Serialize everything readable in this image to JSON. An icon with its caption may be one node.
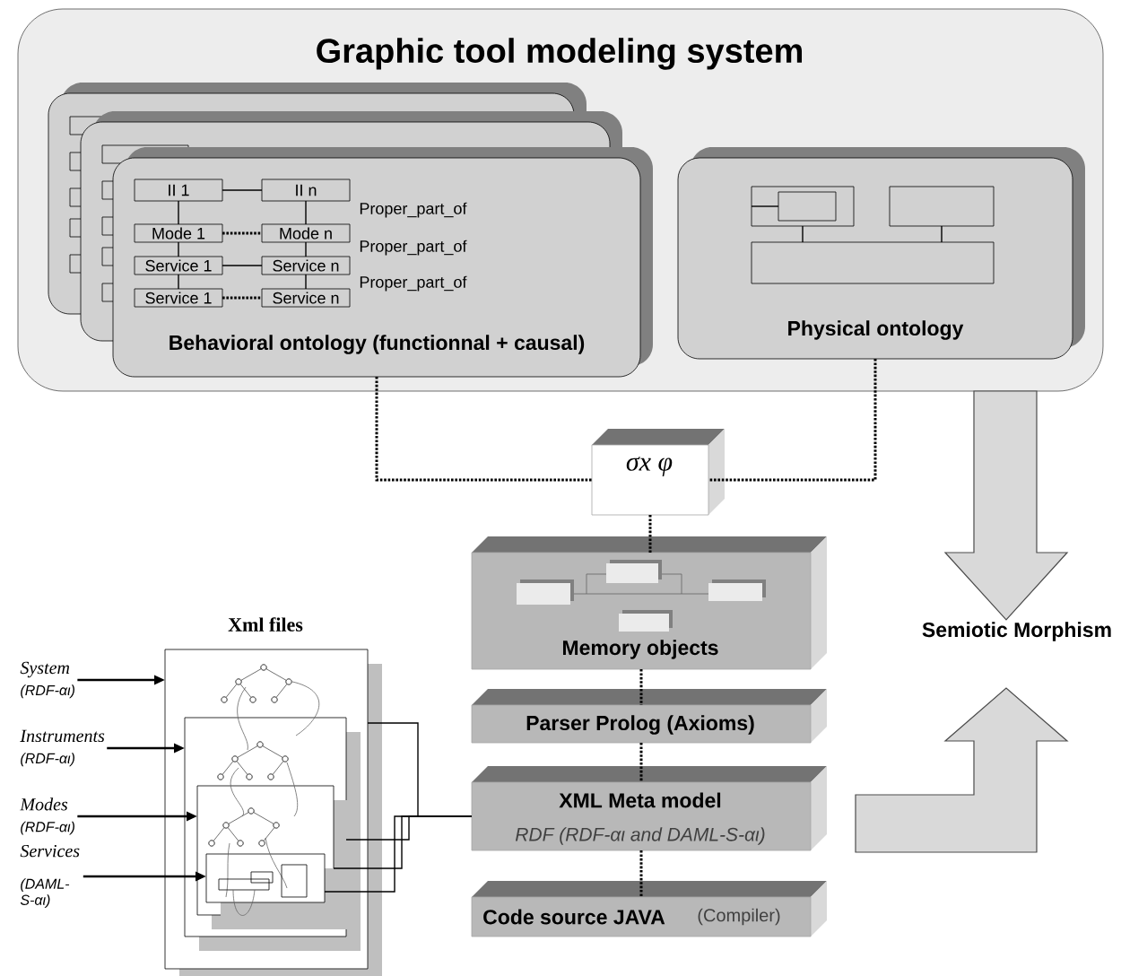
{
  "diagram": {
    "nodes": [
      {
        "text": [
          "Graphic tool modeling system"
        ]
      },
      {
        "text": [
          "Proper_part_of",
          "Proper_part_of",
          "Proper_part_of",
          "Behavioral ontology (functionnal + causal)"
        ],
        "in": 0
      },
      {
        "text": [
          "II 1"
        ],
        "in": 1
      },
      {
        "text": [
          "II n"
        ],
        "in": 1
      },
      {
        "text": [
          "Mode 1"
        ],
        "in": 1
      },
      {
        "text": [
          "Mode n"
        ],
        "in": 1
      },
      {
        "text": [
          "Service 1"
        ],
        "in": 1
      },
      {
        "text": [
          "Service n"
        ],
        "in": 1
      },
      {
        "text": [
          "Service 1"
        ],
        "in": 1
      },
      {
        "text": [
          "Service n"
        ],
        "in": 1
      },
      {
        "text": [
          "Physical ontology"
        ],
        "in": 0
      },
      {
        "text": [],
        "shape": "box",
        "in": 10
      },
      {
        "text": [],
        "shape": "box",
        "in": 11
      },
      {
        "text": [],
        "shape": "box",
        "in": 10
      },
      {
        "text": [],
        "shape": "box",
        "in": 10
      },
      {
        "text": [
          "σx φ"
        ]
      },
      {
        "text": [
          "Memory objects"
        ]
      },
      {
        "text": [
          "Parser Prolog (Axioms)"
        ]
      },
      {
        "text": [
          "XML Meta model",
          "RDF (RDF-αι and DAML-S-αι)"
        ]
      },
      {
        "text": [
          "Code source JAVA",
          "(Compiler)"
        ]
      },
      {
        "text": [
          "Semiotic Morphism"
        ]
      },
      {
        "text": [
          "Xml files"
        ]
      },
      {
        "text": [],
        "shape": "box",
        "in": 21
      },
      {
        "text": [],
        "shape": "box",
        "in": 22
      },
      {
        "text": [],
        "shape": "box",
        "in": 23
      },
      {
        "text": [
          "System",
          "(RDF-αι)"
        ]
      },
      {
        "text": [
          "Instruments",
          "(RDF-αι)"
        ]
      },
      {
        "text": [
          "Modes",
          "(RDF-αι)"
        ]
      },
      {
        "text": [
          "Services",
          "(DAML-S-αι)"
        ]
      }
    ],
    "edges": [
      {
        "from": 2,
        "to": 3,
        "arrow": "none"
      },
      {
        "from": 2,
        "to": 4,
        "arrow": "none"
      },
      {
        "from": 3,
        "to": 5,
        "arrow": "none"
      },
      {
        "from": 4,
        "to": 5,
        "arrow": "none",
        "style": "dashed"
      },
      {
        "from": 4,
        "to": 6,
        "arrow": "none"
      },
      {
        "from": 5,
        "to": 7,
        "arrow": "none"
      },
      {
        "from": 6,
        "to": 7,
        "arrow": "none"
      },
      {
        "from": 6,
        "to": 8,
        "arrow": "none"
      },
      {
        "from": 7,
        "to": 9,
        "arrow": "none"
      },
      {
        "from": 8,
        "to": 9,
        "arrow": "none",
        "style": "dashed"
      },
      {
        "from": 11,
        "to": 12,
        "arrow": "none"
      },
      {
        "from": 11,
        "to": 14,
        "arrow": "none"
      },
      {
        "from": 13,
        "to": 14,
        "arrow": "none"
      },
      {
        "from": 1,
        "to": 15,
        "arrow": "none",
        "style": "dashed"
      },
      {
        "from": 10,
        "to": 15,
        "arrow": "none",
        "style": "dashed"
      },
      {
        "from": 15,
        "to": 16,
        "arrow": "none",
        "style": "dashed"
      },
      {
        "from": 16,
        "to": 17,
        "arrow": "none",
        "style": "dashed"
      },
      {
        "from": 17,
        "to": 18,
        "arrow": "none",
        "style": "dashed"
      },
      {
        "from": 18,
        "to": 19,
        "arrow": "none",
        "style": "dashed"
      },
      {
        "from": 0,
        "to": 20,
        "arrow": "to",
        "color": "#d9d9d9"
      },
      {
        "from": 18,
        "to": 20,
        "arrow": "to",
        "color": "#d9d9d9"
      },
      {
        "from": 25,
        "to": 21,
        "arrow": "to"
      },
      {
        "from": 26,
        "to": 22,
        "arrow": "to"
      },
      {
        "from": 27,
        "to": 23,
        "arrow": "to"
      },
      {
        "from": 28,
        "to": 24,
        "arrow": "to"
      },
      {
        "from": 21,
        "to": 18,
        "arrow": "none"
      },
      {
        "from": 22,
        "to": 18,
        "arrow": "none"
      },
      {
        "from": 23,
        "to": 18,
        "arrow": "none"
      },
      {
        "from": 24,
        "to": 18,
        "arrow": "none"
      }
    ]
  }
}
